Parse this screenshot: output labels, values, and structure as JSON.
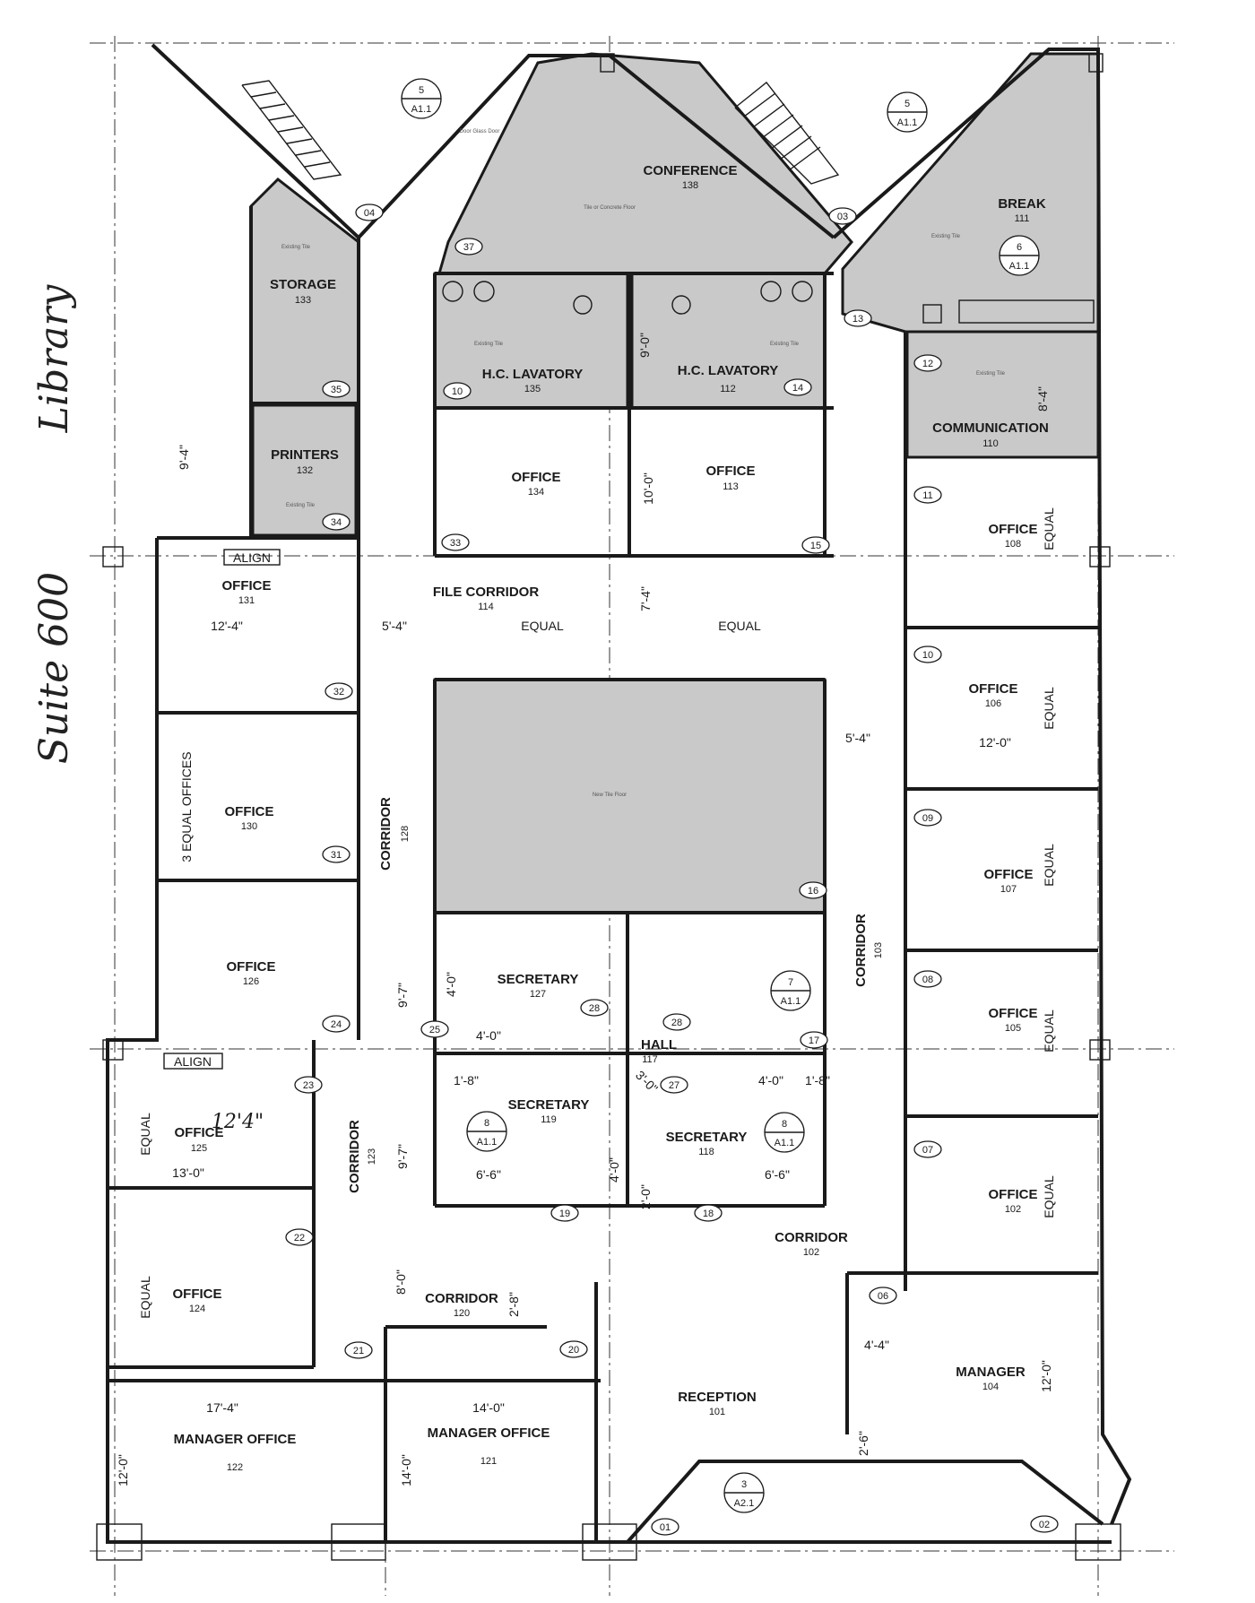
{
  "rooms": {
    "conference": {
      "name": "CONFERENCE",
      "num": "138",
      "note": "Tile or Concrete Floor"
    },
    "break": {
      "name": "BREAK",
      "num": "111",
      "note": "Existing Tile"
    },
    "storage": {
      "name": "STORAGE",
      "num": "133",
      "note": "Existing Tile"
    },
    "printers": {
      "name": "PRINTERS",
      "num": "132",
      "note": "Existing Tile"
    },
    "lav135": {
      "name": "H.C. LAVATORY",
      "num": "135",
      "note": "Existing Tile"
    },
    "lav112": {
      "name": "H.C. LAVATORY",
      "num": "112",
      "note": "Existing Tile"
    },
    "communication": {
      "name": "COMMUNICATION",
      "num": "110",
      "note": "Existing Tile"
    },
    "office134": {
      "name": "OFFICE",
      "num": "134"
    },
    "office113": {
      "name": "OFFICE",
      "num": "113"
    },
    "office131": {
      "name": "OFFICE",
      "num": "131"
    },
    "office108": {
      "name": "OFFICE",
      "num": "108"
    },
    "file_corridor": {
      "name": "FILE CORRIDOR",
      "num": "114"
    },
    "office106": {
      "name": "OFFICE",
      "num": "106"
    },
    "office130": {
      "name": "OFFICE",
      "num": "130"
    },
    "office107": {
      "name": "OFFICE",
      "num": "107"
    },
    "office126": {
      "name": "OFFICE",
      "num": "126"
    },
    "corridor128": {
      "name": "CORRIDOR",
      "num": "128"
    },
    "corridor103": {
      "name": "CORRIDOR",
      "num": "103"
    },
    "secretary127": {
      "name": "SECRETARY",
      "num": "127"
    },
    "office105": {
      "name": "OFFICE",
      "num": "105"
    },
    "hall117": {
      "name": "HALL",
      "num": "117"
    },
    "secretary119": {
      "name": "SECRETARY",
      "num": "119"
    },
    "secretary118": {
      "name": "SECRETARY",
      "num": "118"
    },
    "office125": {
      "name": "OFFICE",
      "num": "125"
    },
    "corridor123": {
      "name": "CORRIDOR",
      "num": "123"
    },
    "office102": {
      "name": "OFFICE",
      "num": "102"
    },
    "corridor102": {
      "name": "CORRIDOR",
      "num": "102"
    },
    "office124": {
      "name": "OFFICE",
      "num": "124"
    },
    "corridor120": {
      "name": "CORRIDOR",
      "num": "120"
    },
    "manager104": {
      "name": "MANAGER",
      "num": "104"
    },
    "reception": {
      "name": "RECEPTION",
      "num": "101"
    },
    "manager122": {
      "name": "MANAGER OFFICE",
      "num": "122"
    },
    "manager121": {
      "name": "MANAGER OFFICE",
      "num": "121"
    },
    "center_note": "New Tile Floor"
  },
  "dimensions": {
    "d_9_4_left": "9'-4\"",
    "d_8_4": "8'-4\"",
    "d_9_0": "9'-0\"",
    "d_10_0": "10'-0\"",
    "d_7_4": "7'-4\"",
    "d_12_4": "12'-4\"",
    "d_5_4_top": "5'-4\"",
    "equal_a": "EQUAL",
    "equal_b": "EQUAL",
    "d_5_4_right": "5'-4\"",
    "d_12_0_mid": "12'-0\"",
    "three_equal": "3 EQUAL OFFICES",
    "d_4_0_a": "4'-0\"",
    "d_9_7_a": "9'-7\"",
    "d_4_0_b": "4'-0\"",
    "d_1_8_a": "1'-8\"",
    "d_3_0": "3'-0\"",
    "d_4_0_c": "4'-0\"",
    "d_1_8_b": "1'-8\"",
    "d_9_7_b": "9'-7\"",
    "d_13_0": "13'-0\"",
    "d_6_6_a": "6'-6\"",
    "d_6_6_b": "6'-6\"",
    "d_4_0_v": "4'-0\"",
    "d_2_0": "2'-0\"",
    "d_8_0": "8'-0\"",
    "d_2_8": "2'-8\"",
    "d_4_4": "4'-4\"",
    "d_12_0_r": "12'-0\"",
    "d_17_4": "17'-4\"",
    "d_14_0_h": "14'-0\"",
    "d_12_0_l": "12'-0\"",
    "d_14_0_v": "14'-0\"",
    "d_2_6": "2'-6\"",
    "equal_108": "EQUAL",
    "equal_106": "EQUAL",
    "equal_107": "EQUAL",
    "equal_105": "EQUAL",
    "equal_102": "EQUAL",
    "equal_125": "EQUAL",
    "equal_124": "EQUAL",
    "align_top": "ALIGN",
    "align_bottom": "ALIGN"
  },
  "doors": [
    "04",
    "37",
    "03",
    "13",
    "35",
    "10",
    "14",
    "12",
    "11",
    "34",
    "33",
    "15",
    "32",
    "10",
    "31",
    "16",
    "09",
    "24",
    "17",
    "08",
    "25",
    "28",
    "28",
    "27",
    "23",
    "07",
    "19",
    "18",
    "22",
    "06",
    "21",
    "20",
    "01",
    "02"
  ],
  "section_tags": [
    {
      "top": "5",
      "bottom": "A1.1"
    },
    {
      "top": "5",
      "bottom": "A1.1"
    },
    {
      "top": "6",
      "bottom": "A1.1"
    },
    {
      "top": "7",
      "bottom": "A1.1"
    },
    {
      "top": "8",
      "bottom": "A1.1"
    },
    {
      "top": "8",
      "bottom": "A1.1"
    },
    {
      "top": "3",
      "bottom": "A2.1"
    }
  ],
  "handwriting": {
    "suite": "Suite 600",
    "library": "Library",
    "office_dim": "12'4\""
  },
  "notes": {
    "door_note": "Door Glass Door"
  }
}
